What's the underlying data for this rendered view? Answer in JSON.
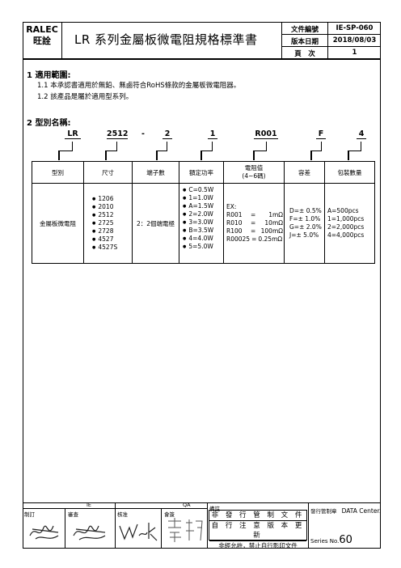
{
  "header": {
    "logo_line1": "RALEC",
    "logo_line2": "旺詮",
    "title": "LR 系列金屬板微電阻規格標準書",
    "doc_no_label": "文件編號",
    "doc_no_value": "IE-SP-060",
    "version_label": "版本日期",
    "version_value": "2018/08/03",
    "page_label": "頁　次",
    "page_value": "1"
  },
  "section1": {
    "title": "1  適用範圍:",
    "line1": "1.1  本承認書適用於無鉛、無鹵符合RoHS條款的金屬板微電阻器。",
    "line2": "1.2  該產品是屬於適用型系列。"
  },
  "section2": {
    "title": "2  型別名稱:",
    "code": [
      "LR",
      "2512",
      "-",
      "2",
      "1",
      "R001",
      "F",
      "4"
    ]
  },
  "spec_table": {
    "headers": [
      "型別",
      "尺寸",
      "端子數",
      "額定功率",
      "電阻值\n(4~6碼)",
      "容差",
      "包裝數量"
    ],
    "type_value": "金屬板微電阻",
    "sizes": [
      "1206",
      "2010",
      "2512",
      "2725",
      "2728",
      "4527",
      "4527S"
    ],
    "terminals": "2：2個端電極",
    "power": [
      "C=0.5W",
      "1=1.0W",
      "A=1.5W",
      "2=2.0W",
      "3=3.0W",
      "B=3.5W",
      "4=4.0W",
      "5=5.0W"
    ],
    "resistance": {
      "ex": "EX:",
      "rows": [
        {
          "code": "R001",
          "eq": "=",
          "val": "1mΩ"
        },
        {
          "code": "R010",
          "eq": "=",
          "val": "10mΩ"
        },
        {
          "code": "R100",
          "eq": "=",
          "val": "100mΩ"
        },
        {
          "code": "R00025",
          "eq": "=",
          "val": "0.25mΩ"
        }
      ]
    },
    "tolerance": [
      "D=± 0.5%",
      "F=± 1.0%",
      "G=± 2.0%",
      "J=± 5.0%"
    ],
    "packing": [
      "A=500pcs",
      "1=1,000pcs",
      "2=2,000pcs",
      "4=4,000pcs"
    ]
  },
  "footer": {
    "ie_label": "IE",
    "qa_label": "QA",
    "drafter_label": "制訂",
    "reviewer_label": "審查",
    "approver_label": "核准",
    "qa_review_label": "會簽",
    "remark_label": "備註",
    "stamp_line1": "非 發 行 管 制 文 件",
    "stamp_line2": "自 行 注 意 版 本 更 新",
    "stamp_line3": "非經允許，禁止自行影印文件",
    "control_label": "發行管制章",
    "control_value": "DATA Center.",
    "series_label": "Series No.",
    "series_value": "60"
  }
}
